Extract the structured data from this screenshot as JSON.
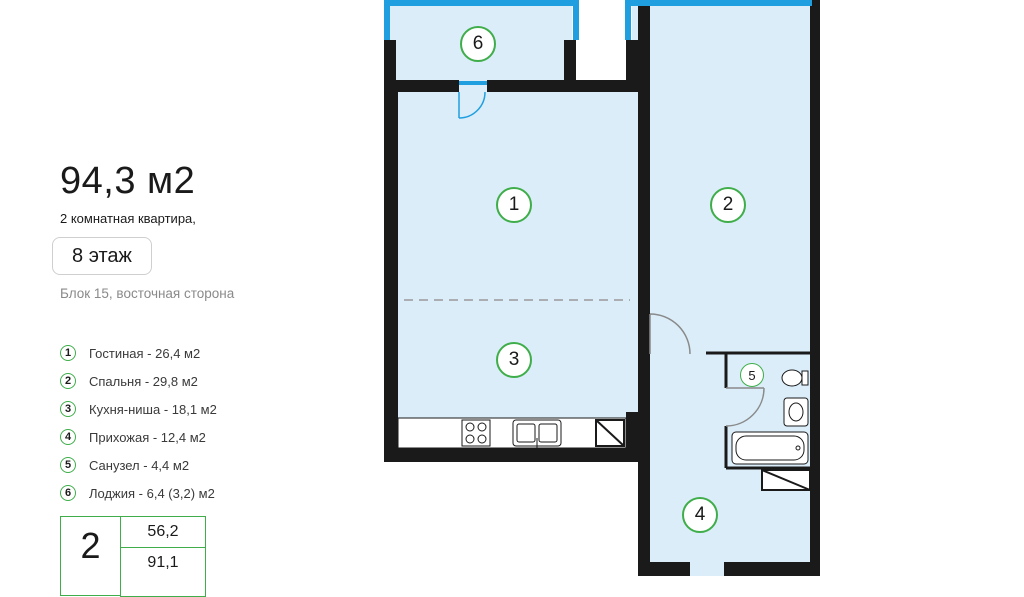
{
  "summary": {
    "total_area": "94,3 м2",
    "apartment_type": "2 комнатная квартира,",
    "floor": "8 этаж",
    "block": "Блок 15, восточная сторона"
  },
  "legend": [
    {
      "num": "1",
      "text": "Гостиная - 26,4 м2"
    },
    {
      "num": "2",
      "text": "Спальня - 29,8 м2"
    },
    {
      "num": "3",
      "text": "Кухня-ниша - 18,1 м2"
    },
    {
      "num": "4",
      "text": "Прихожая - 12,4 м2"
    },
    {
      "num": "5",
      "text": "Санузел - 4,4 м2"
    },
    {
      "num": "6",
      "text": "Лоджия - 6,4 (3,2) м2"
    }
  ],
  "stats": {
    "rooms": "2",
    "living_area": "56,2",
    "total_area": "91,1"
  },
  "plan": {
    "room_labels": [
      "1",
      "2",
      "3",
      "4",
      "5",
      "6"
    ]
  },
  "colors": {
    "room_fill": "#daedf9",
    "wall": "#1a1a1a",
    "window": "#1f9fe0",
    "accent": "#3fae4a",
    "muted": "#8a8a8a"
  },
  "icons": [
    "door-swing-icon",
    "stove-icon",
    "sink-icon",
    "toilet-icon",
    "washbasin-icon",
    "bathtub-icon",
    "vent-shaft-icon"
  ]
}
